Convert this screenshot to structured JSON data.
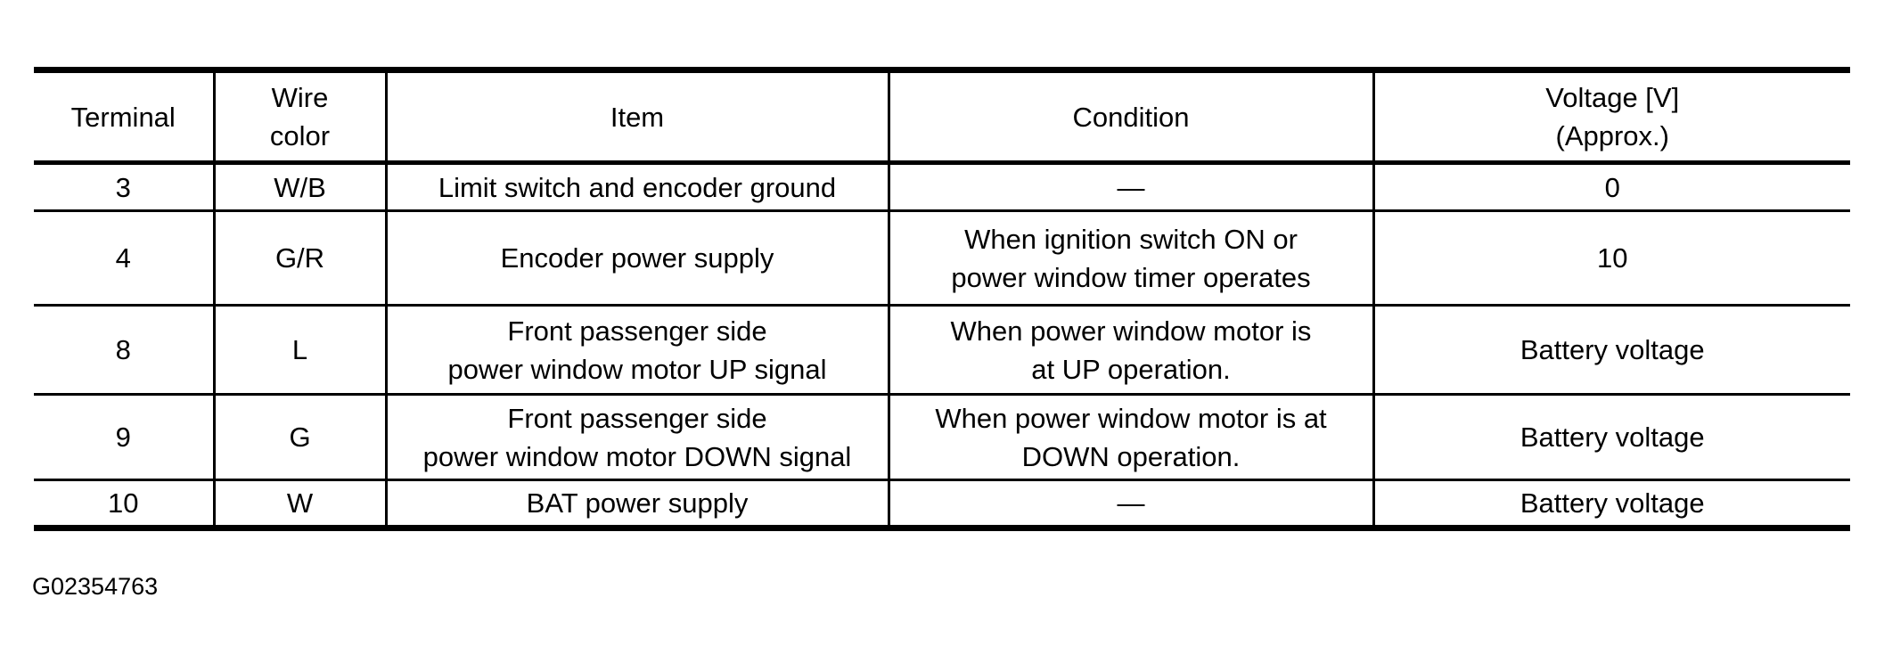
{
  "page": {
    "background": "#ffffff",
    "text_color": "#000000",
    "figure_id": "G02354763"
  },
  "table": {
    "headers": {
      "terminal": "Terminal",
      "wire_color_lines": [
        "Wire",
        "color"
      ],
      "item": "Item",
      "condition": "Condition",
      "voltage_lines": [
        "Voltage [V]",
        "(Approx.)"
      ]
    },
    "rows": [
      {
        "terminal": "3",
        "wire_color": "W/B",
        "item_lines": [
          "Limit switch and encoder ground"
        ],
        "condition_lines": [
          "—"
        ],
        "voltage": "0"
      },
      {
        "terminal": "4",
        "wire_color": "G/R",
        "item_lines": [
          "Encoder power supply"
        ],
        "condition_lines": [
          "When ignition switch ON or",
          "power window timer operates"
        ],
        "voltage": "10"
      },
      {
        "terminal": "8",
        "wire_color": "L",
        "item_lines": [
          "Front passenger side",
          "power window motor UP signal"
        ],
        "condition_lines": [
          "When power window motor is",
          "at UP operation."
        ],
        "voltage": "Battery voltage"
      },
      {
        "terminal": "9",
        "wire_color": "G",
        "item_lines": [
          "Front passenger side",
          "power window motor DOWN signal"
        ],
        "condition_lines": [
          "When power window motor is at",
          "DOWN operation."
        ],
        "voltage": "Battery voltage"
      },
      {
        "terminal": "10",
        "wire_color": "W",
        "item_lines": [
          "BAT power supply"
        ],
        "condition_lines": [
          "—"
        ],
        "voltage": "Battery voltage"
      }
    ]
  }
}
